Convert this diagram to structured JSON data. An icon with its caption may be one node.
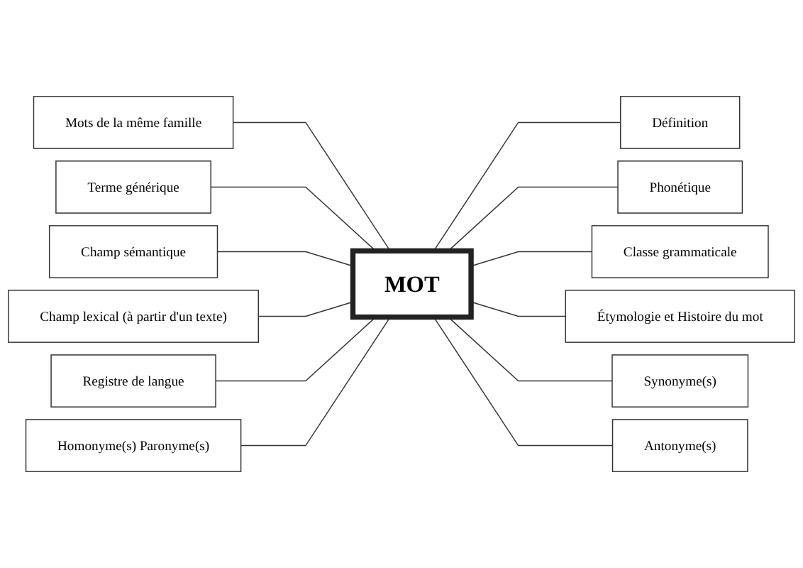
{
  "diagram": {
    "nodes": [
      {
        "text": [
          "MOT"
        ]
      },
      {
        "text": [
          "Définition"
        ]
      },
      {
        "text": [
          "Phonétique"
        ]
      },
      {
        "text": [
          "Classe grammaticale"
        ]
      },
      {
        "text": [
          "Étymologie et Histoire du mot"
        ]
      },
      {
        "text": [
          "Synonyme(s)"
        ]
      },
      {
        "text": [
          "Antonyme(s)"
        ]
      },
      {
        "text": [
          "Homonyme(s) Paronyme(s)"
        ]
      },
      {
        "text": [
          "Registre de langue"
        ]
      },
      {
        "text": [
          "Champ lexical (à partir d'un texte)"
        ]
      },
      {
        "text": [
          "Champ sémantique"
        ]
      },
      {
        "text": [
          "Terme générique"
        ]
      },
      {
        "text": [
          "Mots de la même famille"
        ]
      }
    ],
    "edges": [
      {
        "from": 0,
        "to": 1,
        "arrow": "none"
      },
      {
        "from": 0,
        "to": 2,
        "arrow": "none"
      },
      {
        "from": 0,
        "to": 3,
        "arrow": "none"
      },
      {
        "from": 0,
        "to": 4,
        "arrow": "none"
      },
      {
        "from": 0,
        "to": 5,
        "arrow": "none"
      },
      {
        "from": 0,
        "to": 6,
        "arrow": "none"
      },
      {
        "from": 12,
        "to": 0,
        "arrow": "none"
      },
      {
        "from": 11,
        "to": 0,
        "arrow": "none"
      },
      {
        "from": 10,
        "to": 0,
        "arrow": "none"
      },
      {
        "from": 9,
        "to": 0,
        "arrow": "none"
      },
      {
        "from": 8,
        "to": 0,
        "arrow": "none"
      },
      {
        "from": 7,
        "to": 0,
        "arrow": "none"
      }
    ]
  }
}
